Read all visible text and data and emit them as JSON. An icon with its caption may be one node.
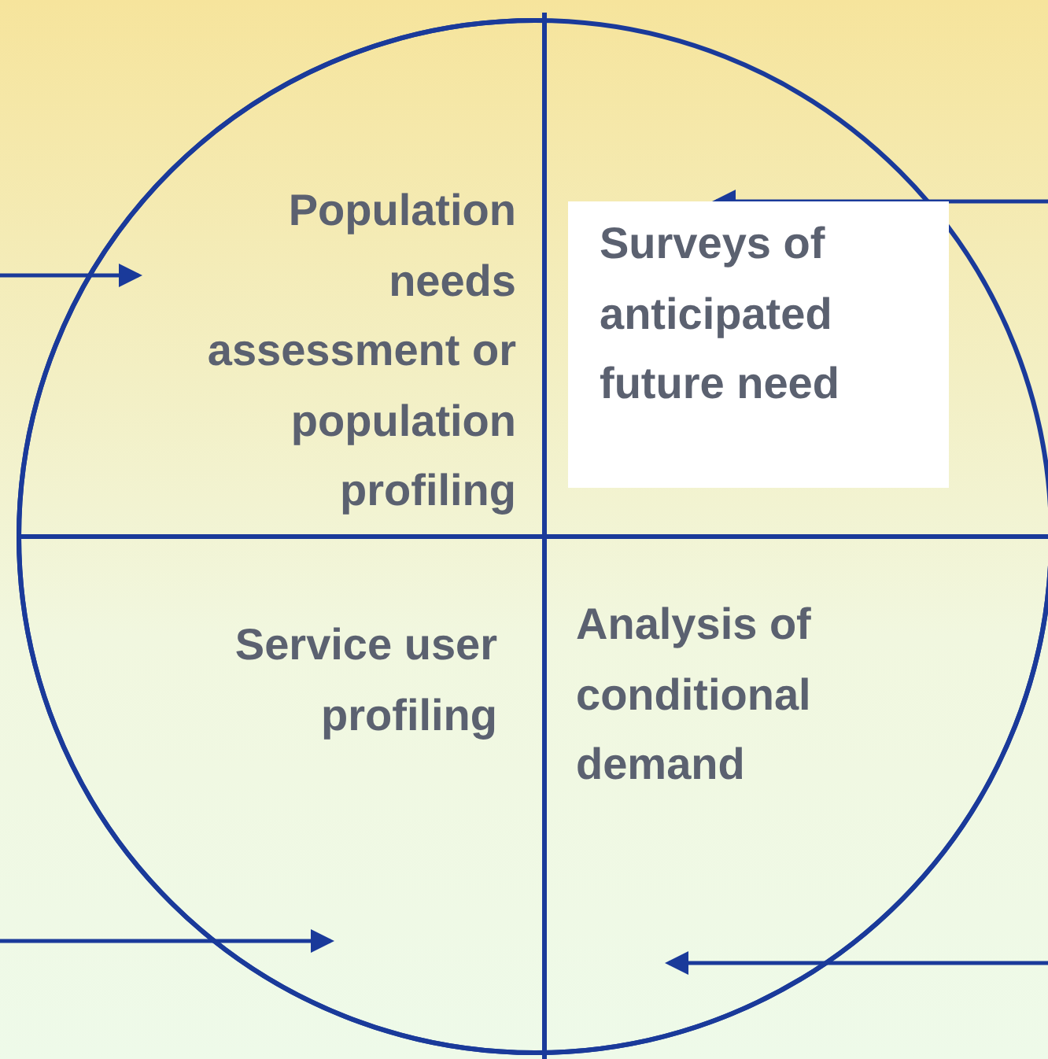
{
  "diagram": {
    "nodes": [
      {
        "text": [
          "Population needs assessment or population profiling"
        ]
      },
      {
        "text": [
          "Surveys of anticipated future need"
        ]
      },
      {
        "text": [
          "Service user profiling"
        ]
      },
      {
        "text": [
          "Analysis of conditional demand"
        ]
      }
    ],
    "edges": [
      {
        "from": null,
        "to": 0,
        "arrow": "to"
      },
      {
        "from": null,
        "to": 1,
        "arrow": "to"
      },
      {
        "from": null,
        "to": 2,
        "arrow": "to"
      },
      {
        "from": null,
        "to": 3,
        "arrow": "to"
      }
    ]
  }
}
